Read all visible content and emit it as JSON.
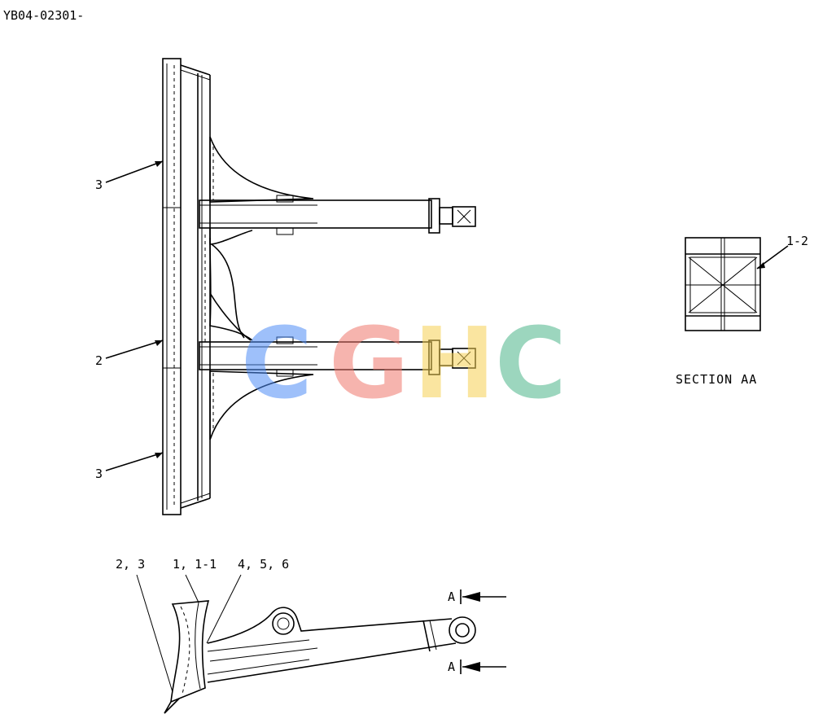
{
  "drawing_id": "YB04-02301-",
  "callouts": {
    "top_front": "3",
    "middle": "2",
    "bottom_front": "3",
    "section_part": "1-2",
    "side_a": "2, 3",
    "side_b": "1, 1-1",
    "side_c": "4, 5, 6",
    "arrow_top": "A",
    "arrow_bottom": "A"
  },
  "section_title": "SECTION AA",
  "watermark": {
    "letters": [
      "C",
      "G",
      "H",
      "C"
    ],
    "colors": [
      "#4f8ef7",
      "#f0786c",
      "#f7d154",
      "#4cb58a"
    ]
  },
  "colors": {
    "ink": "#000000",
    "background": "#ffffff"
  }
}
